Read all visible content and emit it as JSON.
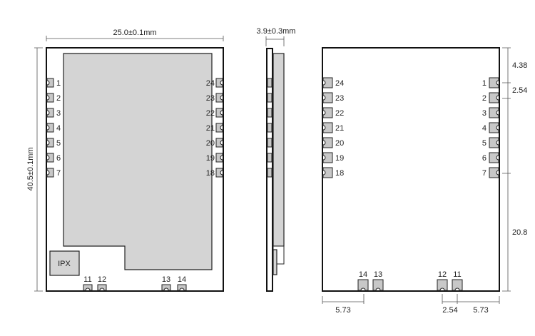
{
  "top_view": {
    "width_dim": "25.0±0.1mm",
    "height_dim": "40.5±0.1mm",
    "antenna_label": "IPX",
    "left_pins": [
      "1",
      "2",
      "3",
      "4",
      "5",
      "6",
      "7"
    ],
    "right_pins": [
      "24",
      "23",
      "22",
      "21",
      "20",
      "19",
      "18"
    ],
    "bottom_pins": [
      "11",
      "12",
      "13",
      "14"
    ]
  },
  "side_view": {
    "thickness_dim": "3.9±0.3mm"
  },
  "footprint_view": {
    "left_pins": [
      "24",
      "23",
      "22",
      "21",
      "20",
      "19",
      "18"
    ],
    "right_pins": [
      "1",
      "2",
      "3",
      "4",
      "5",
      "6",
      "7"
    ],
    "bottom_pins": [
      "14",
      "13",
      "12",
      "11"
    ],
    "dims": {
      "top_offset": "4.38",
      "pitch": "2.54",
      "lower_span": "20.8",
      "bottom_left": "5.73",
      "bottom_pitch": "2.54",
      "bottom_right": "5.73"
    }
  }
}
